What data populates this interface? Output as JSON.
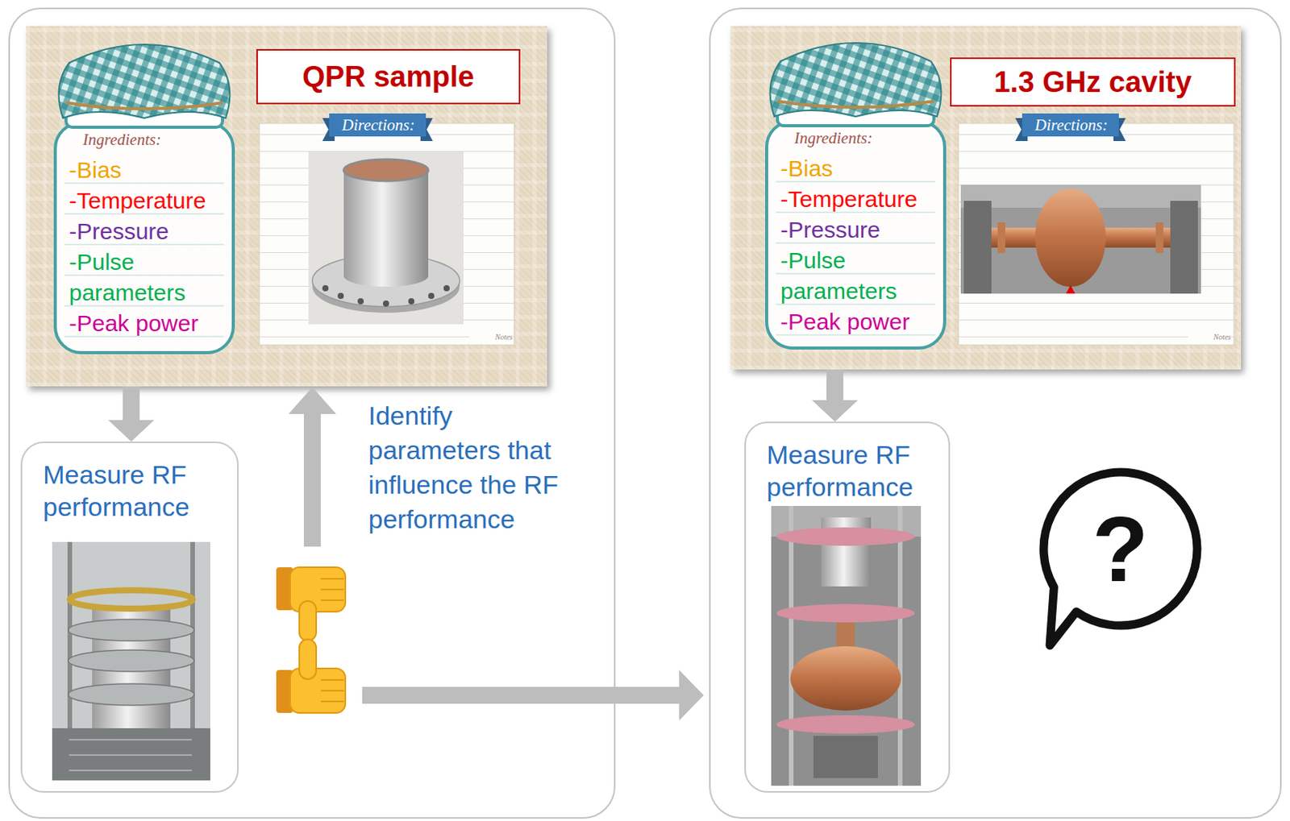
{
  "diagram": {
    "nodes": [
      {
        "text": [
          "Identify parameters that influence the RF performance"
        ]
      },
      {
        "text": [
          "Directions:",
          "Notes"
        ],
        "in": 0
      },
      {
        "text": [
          "QPR sample"
        ],
        "in": 1
      },
      {
        "text": [
          "Ingredients:",
          "-Bias",
          "-Temperature",
          "-Pressure",
          "-Pulse parameters",
          "-Peak power"
        ],
        "in": 1
      },
      {
        "text": [
          "Measure RF performance"
        ],
        "in": 0
      },
      {
        "text": [
          "?"
        ]
      },
      {
        "text": [
          "Directions:",
          "Notes"
        ],
        "in": 5
      },
      {
        "text": [
          "1.3 GHz cavity"
        ],
        "in": 6
      },
      {
        "text": [
          "Ingredients:",
          "-Bias",
          "-Temperature",
          "-Pressure",
          "-Pulse parameters",
          "-Peak power"
        ],
        "in": 6
      },
      {
        "text": [
          "Measure RF performance"
        ],
        "in": 5
      }
    ],
    "edges": [
      {
        "from": 1,
        "to": 4,
        "arrow": "to"
      },
      {
        "from": 6,
        "to": 9,
        "arrow": "to"
      }
    ]
  }
}
